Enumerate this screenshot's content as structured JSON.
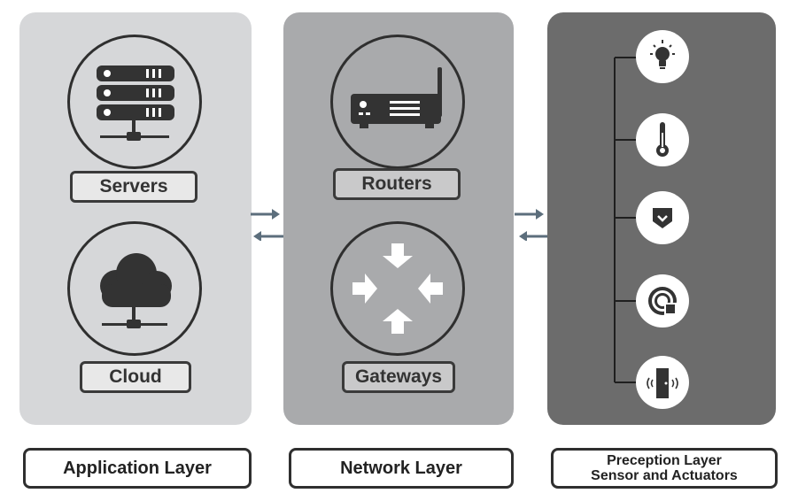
{
  "layers": {
    "application": {
      "footer_label": "Application Layer",
      "items": [
        {
          "label": "Servers",
          "icon": "server-rack-icon"
        },
        {
          "label": "Cloud",
          "icon": "cloud-icon"
        }
      ]
    },
    "network": {
      "footer_label": "Network Layer",
      "items": [
        {
          "label": "Routers",
          "icon": "router-icon"
        },
        {
          "label": "Gateways",
          "icon": "gateway-arrows-icon"
        }
      ]
    },
    "perception": {
      "footer_label_line1": "Preception Layer",
      "footer_label_line2": "Sensor and Actuators",
      "sensors": [
        {
          "icon": "light-bulb-icon"
        },
        {
          "icon": "thermometer-icon"
        },
        {
          "icon": "shield-icon"
        },
        {
          "icon": "proximity-sensor-icon"
        },
        {
          "icon": "door-sensor-icon"
        }
      ]
    }
  },
  "colors": {
    "application_panel": "#d6d7d9",
    "network_panel": "#a9aaac",
    "perception_panel": "#6c6c6c",
    "arrow": "#5c6e7c",
    "icon_dark": "#333333"
  }
}
